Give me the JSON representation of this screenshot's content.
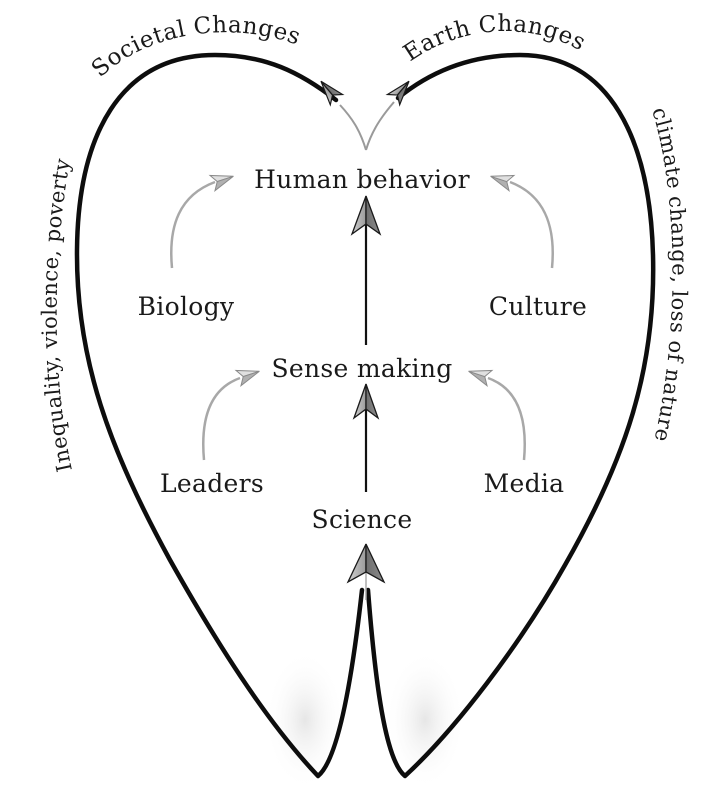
{
  "diagram": {
    "type": "flow",
    "shape": "heart-outline",
    "colors": {
      "outline": "#0d0d0d",
      "main_arrow": "#111111",
      "side_arrow": "#a8a8a8",
      "arrowhead_fill_dark": "#7a7a7a",
      "arrowhead_fill_light": "#bdbdbd",
      "text": "#1a1a1a",
      "background": "#ffffff"
    },
    "nodes": {
      "human_behavior": "Human behavior",
      "sense_making": "Sense making",
      "science": "Science",
      "biology": "Biology",
      "culture": "Culture",
      "leaders": "Leaders",
      "media": "Media"
    },
    "outcomes": {
      "societal_changes": "Societal Changes",
      "earth_changes": "Earth Changes"
    },
    "side_labels": {
      "left": "Inequality, violence, poverty",
      "right": "climate change, loss of nature"
    },
    "edges": [
      {
        "from": "Science",
        "to": "Sense making",
        "style": "main"
      },
      {
        "from": "Sense making",
        "to": "Human behavior",
        "style": "main"
      },
      {
        "from": "Leaders",
        "to": "Sense making",
        "style": "side"
      },
      {
        "from": "Media",
        "to": "Sense making",
        "style": "side"
      },
      {
        "from": "Biology",
        "to": "Human behavior",
        "style": "side"
      },
      {
        "from": "Culture",
        "to": "Human behavior",
        "style": "side"
      },
      {
        "from": "Human behavior",
        "to": "Societal Changes",
        "style": "outline"
      },
      {
        "from": "Human behavior",
        "to": "Earth Changes",
        "style": "outline"
      }
    ]
  }
}
